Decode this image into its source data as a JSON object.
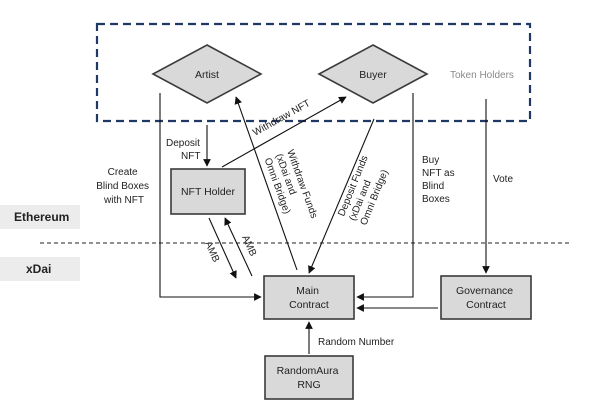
{
  "regions": {
    "ethereum": "Ethereum",
    "xdai": "xDai",
    "token_holders": "Token Holders"
  },
  "nodes": {
    "artist": "Artist",
    "buyer": "Buyer",
    "nft_holder": "NFT Holder",
    "main_contract": [
      "Main",
      "Contract"
    ],
    "governance_contract": [
      "Governance",
      "Contract"
    ],
    "rng": [
      "RandomAura",
      "RNG"
    ]
  },
  "edges": {
    "deposit_nft": [
      "Deposit",
      "NFT"
    ],
    "withdraw_nft": "Withdraw NFT",
    "create_blind_boxes": [
      "Create",
      "Blind Boxes",
      "with NFT"
    ],
    "withdraw_funds": [
      "Withdraw Funds",
      "(xDai and",
      "Omni Bridge)"
    ],
    "deposit_funds": [
      "Deposit Funds",
      "(xDai and",
      "Omni Bridge)"
    ],
    "buy_nft": [
      "Buy",
      "NFT as",
      "Blind",
      "Boxes"
    ],
    "vote": "Vote",
    "amb_down": "AMB",
    "amb_up": "AMB",
    "random_number": "Random Number"
  },
  "colors": {
    "dashed_border": "#1f3864",
    "node_fill": "#d9d9d9",
    "node_stroke": "#3a3a3a",
    "token_holders_text": "#8a8a8a"
  }
}
